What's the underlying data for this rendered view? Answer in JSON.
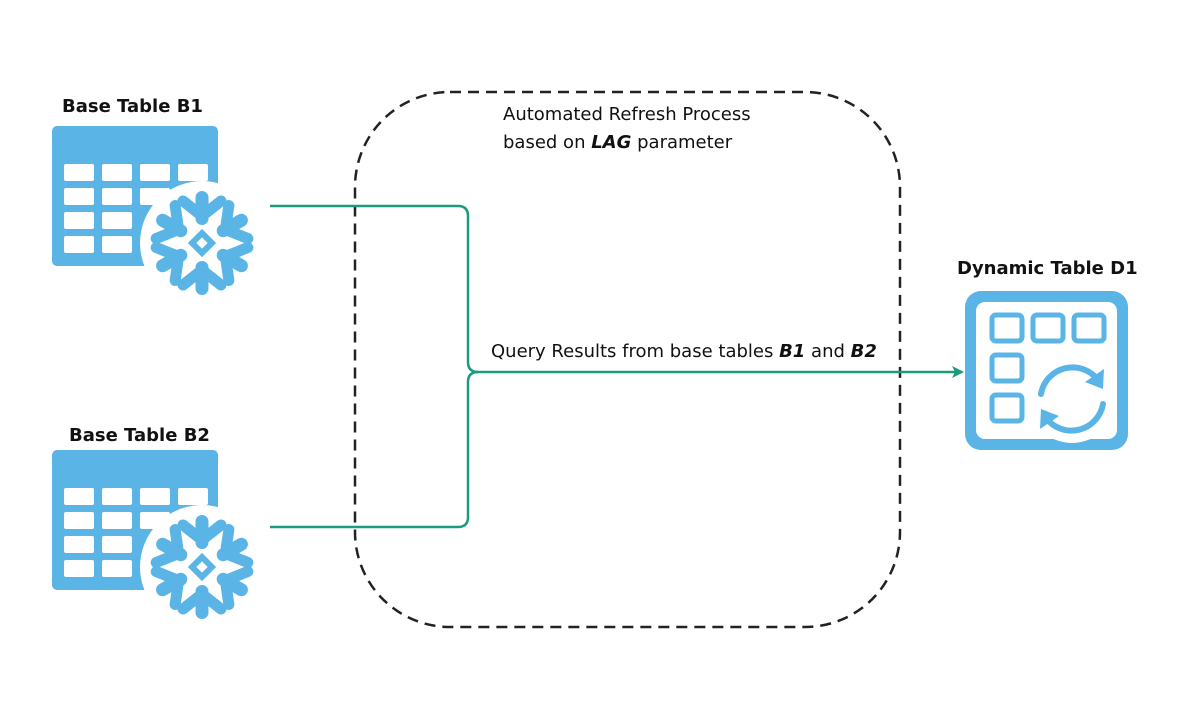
{
  "base_tables": [
    {
      "label": "Base Table B1"
    },
    {
      "label": "Base Table B2"
    }
  ],
  "dynamic_table": {
    "label": "Dynamic Table D1"
  },
  "process": {
    "line1": "Automated Refresh Process",
    "line2_prefix": "based on ",
    "line2_emphasis": "LAG",
    "line2_suffix": " parameter"
  },
  "flow": {
    "prefix": "Query Results from base tables ",
    "b1": "B1",
    "middle": " and ",
    "b2": "B2"
  },
  "colors": {
    "icon_blue": "#5ab4e5",
    "connector_teal": "#1a9b7e",
    "boundary_dash": "#222222",
    "text": "#111111"
  },
  "icons": {
    "base_table": "snowflake-table-icon",
    "dynamic_table": "dynamic-table-refresh-icon"
  }
}
